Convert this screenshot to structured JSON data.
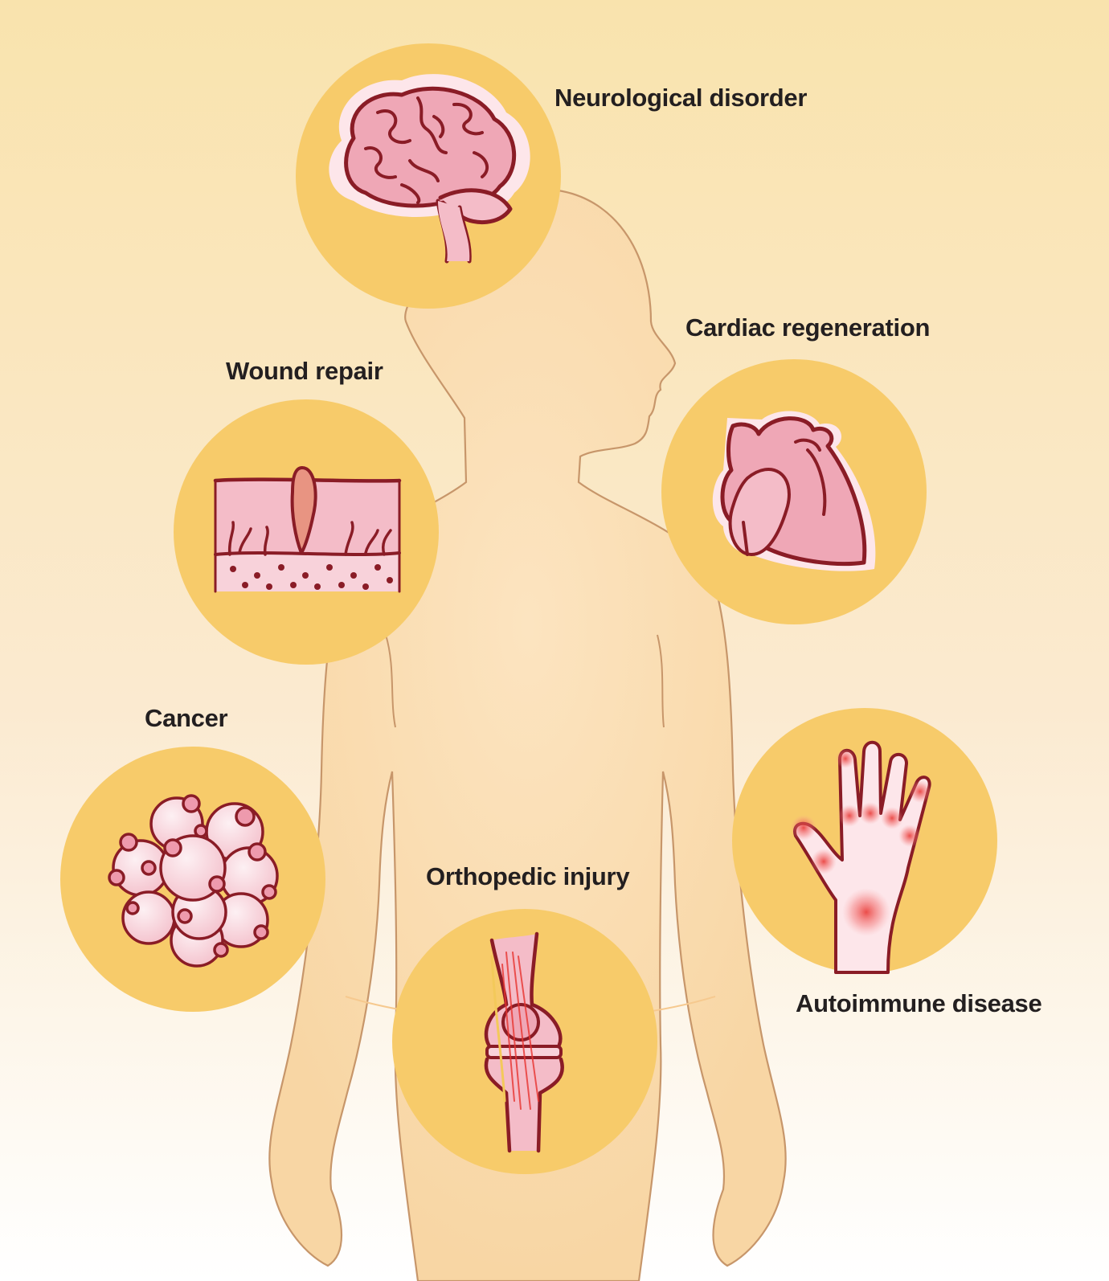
{
  "labels": {
    "neurological": "Neurological disorder",
    "cardiac": "Cardiac regeneration",
    "wound": "Wound repair",
    "cancer": "Cancer",
    "orthopedic": "Orthopedic injury",
    "autoimmune": "Autoimmune disease"
  },
  "icons": {
    "neurological": "brain-icon",
    "cardiac": "heart-icon",
    "wound": "skin-wound-icon",
    "cancer": "tumor-cells-icon",
    "orthopedic": "knee-joint-icon",
    "autoimmune": "inflamed-hand-icon"
  },
  "colors": {
    "background_top": "#f9e3ad",
    "circle": "#f7cb6a",
    "body": "#fbddb0",
    "outline": "#8a1c26",
    "tissue": "#f2b7c3",
    "inflammation": "#e8332f"
  }
}
